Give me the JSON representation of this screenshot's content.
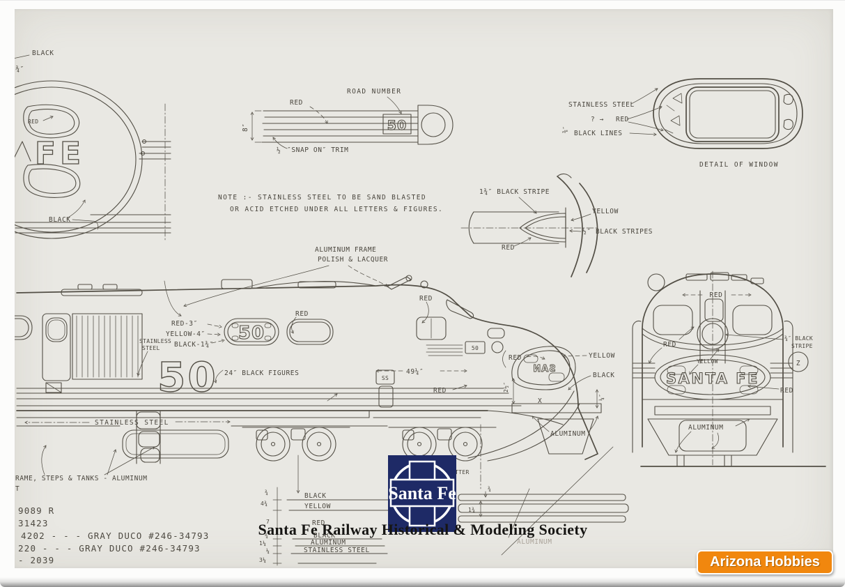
{
  "scan": {
    "paper_color": "#e9e8e3",
    "ink_color": "#524e45"
  },
  "herald_detail": {
    "black_top": "BLACK",
    "dim": "1¾″",
    "red": "RED",
    "letters": "FE",
    "black_bottom": "BLACK"
  },
  "road_number_detail": {
    "title": "ROAD NUMBER",
    "red": "RED",
    "number": "50",
    "height": "8″",
    "trim_dim": "½",
    "trim": "″SNAP ON″ TRIM"
  },
  "window_detail": {
    "stainless": "STAINLESS STEEL",
    "query": "? →",
    "red": "RED",
    "lines_dim": "⅜″",
    "black_lines": "BLACK LINES",
    "caption": "DETAIL OF WINDOW"
  },
  "note": {
    "line1": "NOTE :-  STAINLESS STEEL TO BE SAND BLASTED",
    "line2": "OR ACID ETCHED UNDER ALL LETTERS & FIGURES."
  },
  "nose_stripe_detail": {
    "stripe_dim": "1¾″ BLACK STRIPE",
    "yellow": "YELLOW",
    "stripes_dim": "½″ BLACK STRIPES",
    "red": "RED"
  },
  "side_view": {
    "frame_label1": "ALUMINUM FRAME",
    "frame_label2": "POLISH & LACQUER",
    "red_roof": "RED",
    "red_cabside": "RED",
    "red_band": "RED-3″",
    "yellow_band": "YELLOW-4″",
    "black_band": "BLACK-1¾″",
    "stainless1": "STAINLESS",
    "stainless2": "STEEL",
    "number_big": "50",
    "number_herald": "50",
    "number_nose": "50",
    "figures": "24″ BLACK FIGURES",
    "ss": "SS",
    "length": "49¼″",
    "red_mid": "RED",
    "red_nose": "RED",
    "dim_2half": "2½″",
    "x": "X",
    "dim_quarter": "¼″",
    "yellow": "YELLOW",
    "black": "BLACK",
    "aluminum": "ALUMINUM",
    "stainless_frame": "STAINLESS STEEL",
    "frame_note": "RAME, STEPS & TANKS - ALUMINUM",
    "frame_note2": "T",
    "nose_letters": "SAN"
  },
  "front_view": {
    "red_top": "RED",
    "red_left": "RED",
    "yellow": "YELLOW",
    "santa_fe": "SANTA FE",
    "stripe1": "¾″ BLACK",
    "stripe2": "STRIPE",
    "zone": "Z",
    "red_right": "RED",
    "aluminum": "ALUMINUM"
  },
  "parts_list": {
    "row1": "9089 R",
    "row2": "31423",
    "row3": "4202  - - -  GRAY  DUCO  #246-34793",
    "row4": "220   - - -  GRAY  DUCO  #246-34793",
    "row5": "- 2039"
  },
  "color_chart": {
    "black1": "BLACK",
    "yellow": "YELLOW",
    "red": "RED",
    "black2": "BLACK",
    "aluminum": "ALUMINUM",
    "stainless": "STAINLESS STEEL",
    "d1": "¾",
    "d2": "4¾",
    "d3": "7",
    "d4": "¾",
    "d5": "1¼",
    "d6": "¼",
    "d7": "3¼"
  },
  "stripe_bands": {
    "dim_top": "¾",
    "dim_bottom": "1¾",
    "aluminum_faint": "ALUMINUM",
    "letter_partial": "ETTER"
  },
  "watermark": {
    "logo_text": "Santa Fe",
    "society": "Santa Fe Railway Historical & Modeling Society",
    "logo_color": "#1e2a66"
  },
  "badge": {
    "label": "Arizona Hobbies",
    "color": "#f1870e"
  }
}
